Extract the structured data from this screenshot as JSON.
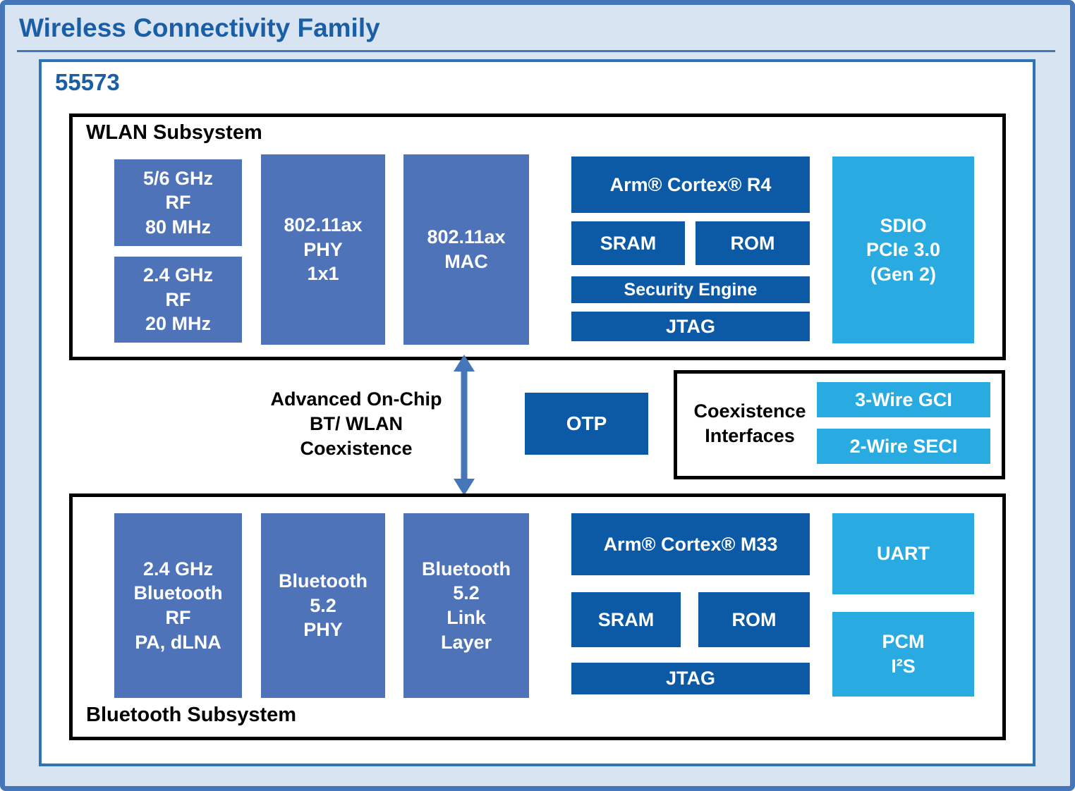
{
  "header": {
    "title": "Wireless Connectivity Family",
    "chip_id": "55573"
  },
  "colors": {
    "page_background": "#d9e4f2",
    "outer_border": "#4576b9",
    "panel_border": "#2e75b6",
    "medium_blue_block": "#4e73b8",
    "dark_blue_block": "#0c5aa6",
    "cyan_block": "#29abe2",
    "title_text": "#1a5fa6",
    "arrow": "#4576b9"
  },
  "wlan_subsystem": {
    "label": "WLAN Subsystem",
    "blocks": {
      "rf_5_6ghz": "5/6 GHz\nRF\n80 MHz",
      "rf_2_4ghz": "2.4 GHz\nRF\n20 MHz",
      "phy": "802.11ax\nPHY\n1x1",
      "mac": "802.11ax\nMAC",
      "cpu": "Arm® Cortex® R4",
      "sram": "SRAM",
      "rom": "ROM",
      "security_engine": "Security Engine",
      "jtag": "JTAG",
      "sdio": "SDIO\nPCIe 3.0\n(Gen 2)"
    }
  },
  "interconnect": {
    "coexistence_note": "Advanced On-Chip\nBT/ WLAN\nCoexistence",
    "otp": "OTP",
    "coexistence_interfaces": {
      "label": "Coexistence\nInterfaces",
      "gci": "3-Wire GCI",
      "seci": "2-Wire SECI"
    }
  },
  "bluetooth_subsystem": {
    "label": "Bluetooth Subsystem",
    "blocks": {
      "rf": "2.4 GHz\nBluetooth\nRF\nPA, dLNA",
      "phy": "Bluetooth\n5.2\nPHY",
      "link_layer": "Bluetooth\n5.2\nLink\nLayer",
      "cpu": "Arm® Cortex® M33",
      "sram": "SRAM",
      "rom": "ROM",
      "jtag": "JTAG",
      "uart": "UART",
      "pcm": "PCM\nI²S"
    }
  }
}
